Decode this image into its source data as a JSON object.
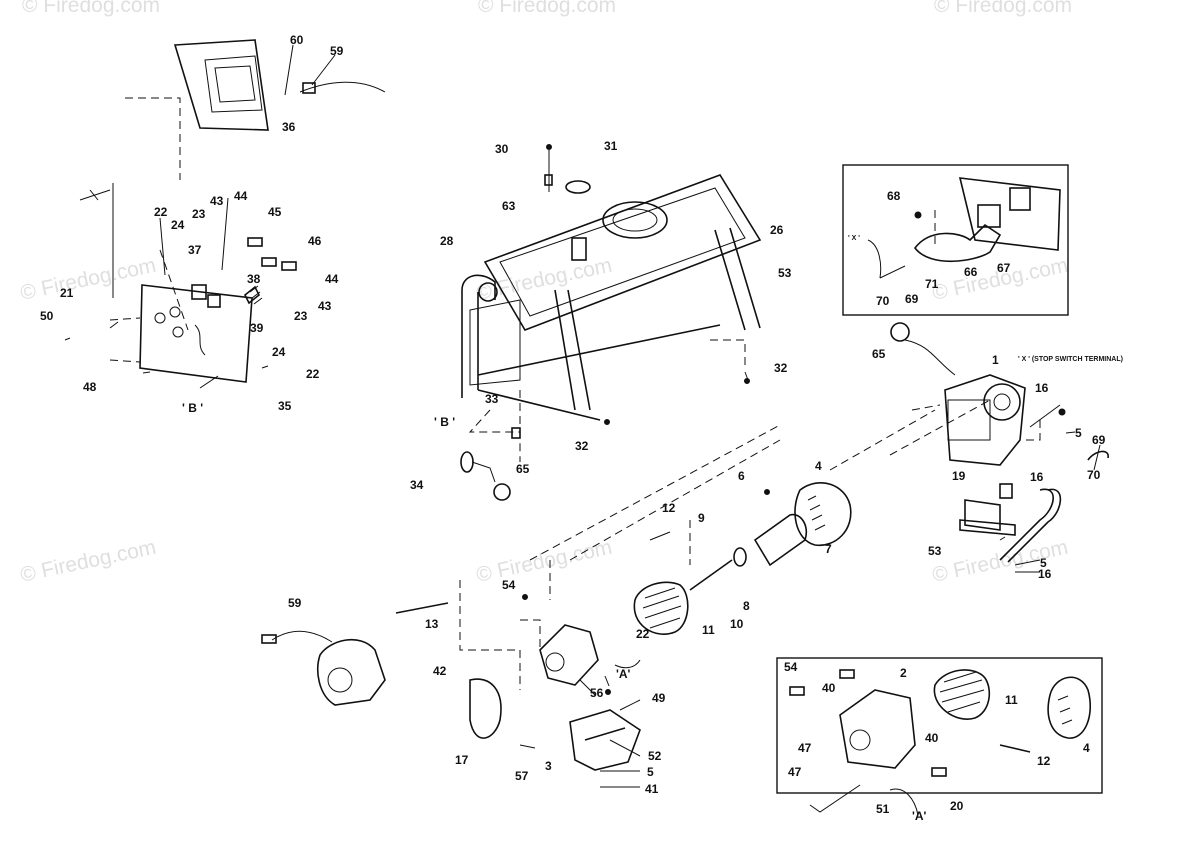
{
  "watermark": "© Firedog.com",
  "inset_notes": {
    "x_stop": "' X ' (STOP SWITCH TERMINAL)",
    "x_short": "' X '",
    "a_left": "'A'",
    "a_right": "'A'",
    "b_left": "' B '",
    "b_mid": "' B '"
  },
  "callouts": [
    "60",
    "59",
    "36",
    "22",
    "24",
    "43",
    "44",
    "45",
    "23",
    "37",
    "46",
    "21",
    "38",
    "44",
    "43",
    "50",
    "39",
    "23",
    "24",
    "48",
    "22",
    "35",
    "30",
    "31",
    "63",
    "28",
    "26",
    "53",
    "32",
    "33",
    "32",
    "34",
    "65",
    "68",
    "70",
    "69",
    "71",
    "66",
    "67",
    "65",
    "1",
    "16",
    "5",
    "69",
    "70",
    "19",
    "16",
    "53",
    "5",
    "16",
    "6",
    "4",
    "12",
    "9",
    "7",
    "8",
    "10",
    "54",
    "13",
    "11",
    "59",
    "22",
    "42",
    "56",
    "49",
    "17",
    "57",
    "3",
    "52",
    "5",
    "41",
    "54",
    "2",
    "40",
    "11",
    "4",
    "40",
    "12",
    "47",
    "47",
    "51",
    "20"
  ]
}
